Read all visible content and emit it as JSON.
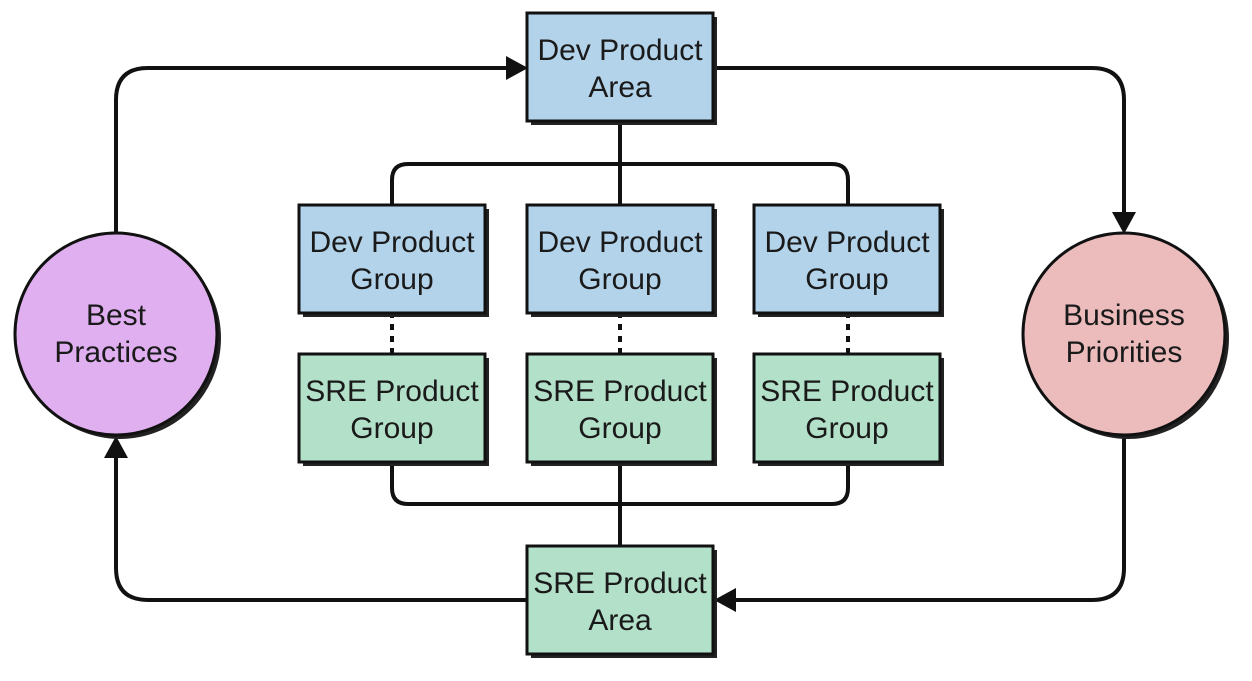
{
  "colors": {
    "dev": "#b3d3ea",
    "sre": "#b3e0c9",
    "best_practices": "#dfaff0",
    "business_priorities": "#ecbcbd",
    "line": "#111111"
  },
  "nodes": {
    "dev_product_area": {
      "line1": "Dev Product",
      "line2": "Area"
    },
    "dev_group_1": {
      "line1": "Dev Product",
      "line2": "Group"
    },
    "dev_group_2": {
      "line1": "Dev Product",
      "line2": "Group"
    },
    "dev_group_3": {
      "line1": "Dev Product",
      "line2": "Group"
    },
    "sre_group_1": {
      "line1": "SRE Product",
      "line2": "Group"
    },
    "sre_group_2": {
      "line1": "SRE Product",
      "line2": "Group"
    },
    "sre_group_3": {
      "line1": "SRE Product",
      "line2": "Group"
    },
    "sre_product_area": {
      "line1": "SRE Product",
      "line2": "Area"
    },
    "best_practices": {
      "line1": "Best",
      "line2": "Practices"
    },
    "business_priorities": {
      "line1": "Business",
      "line2": "Priorities"
    }
  }
}
